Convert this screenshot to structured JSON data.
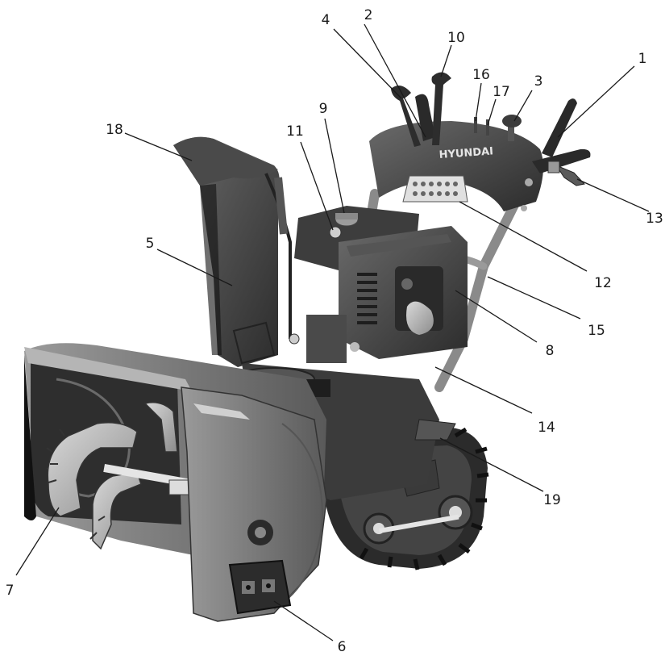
{
  "figure": {
    "brand_text": "HYUNDAI",
    "callouts": [
      {
        "id": "c1",
        "number": "1"
      },
      {
        "id": "c2",
        "number": "2"
      },
      {
        "id": "c3",
        "number": "3"
      },
      {
        "id": "c4",
        "number": "4"
      },
      {
        "id": "c5",
        "number": "5"
      },
      {
        "id": "c6",
        "number": "6"
      },
      {
        "id": "c7",
        "number": "7"
      },
      {
        "id": "c8",
        "number": "8"
      },
      {
        "id": "c9",
        "number": "9"
      },
      {
        "id": "c10",
        "number": "10"
      },
      {
        "id": "c11",
        "number": "11"
      },
      {
        "id": "c12",
        "number": "12"
      },
      {
        "id": "c13",
        "number": "13"
      },
      {
        "id": "c14",
        "number": "14"
      },
      {
        "id": "c15",
        "number": "15"
      },
      {
        "id": "c16",
        "number": "16"
      },
      {
        "id": "c17",
        "number": "17"
      },
      {
        "id": "c18",
        "number": "18"
      },
      {
        "id": "c19",
        "number": "19"
      }
    ]
  }
}
